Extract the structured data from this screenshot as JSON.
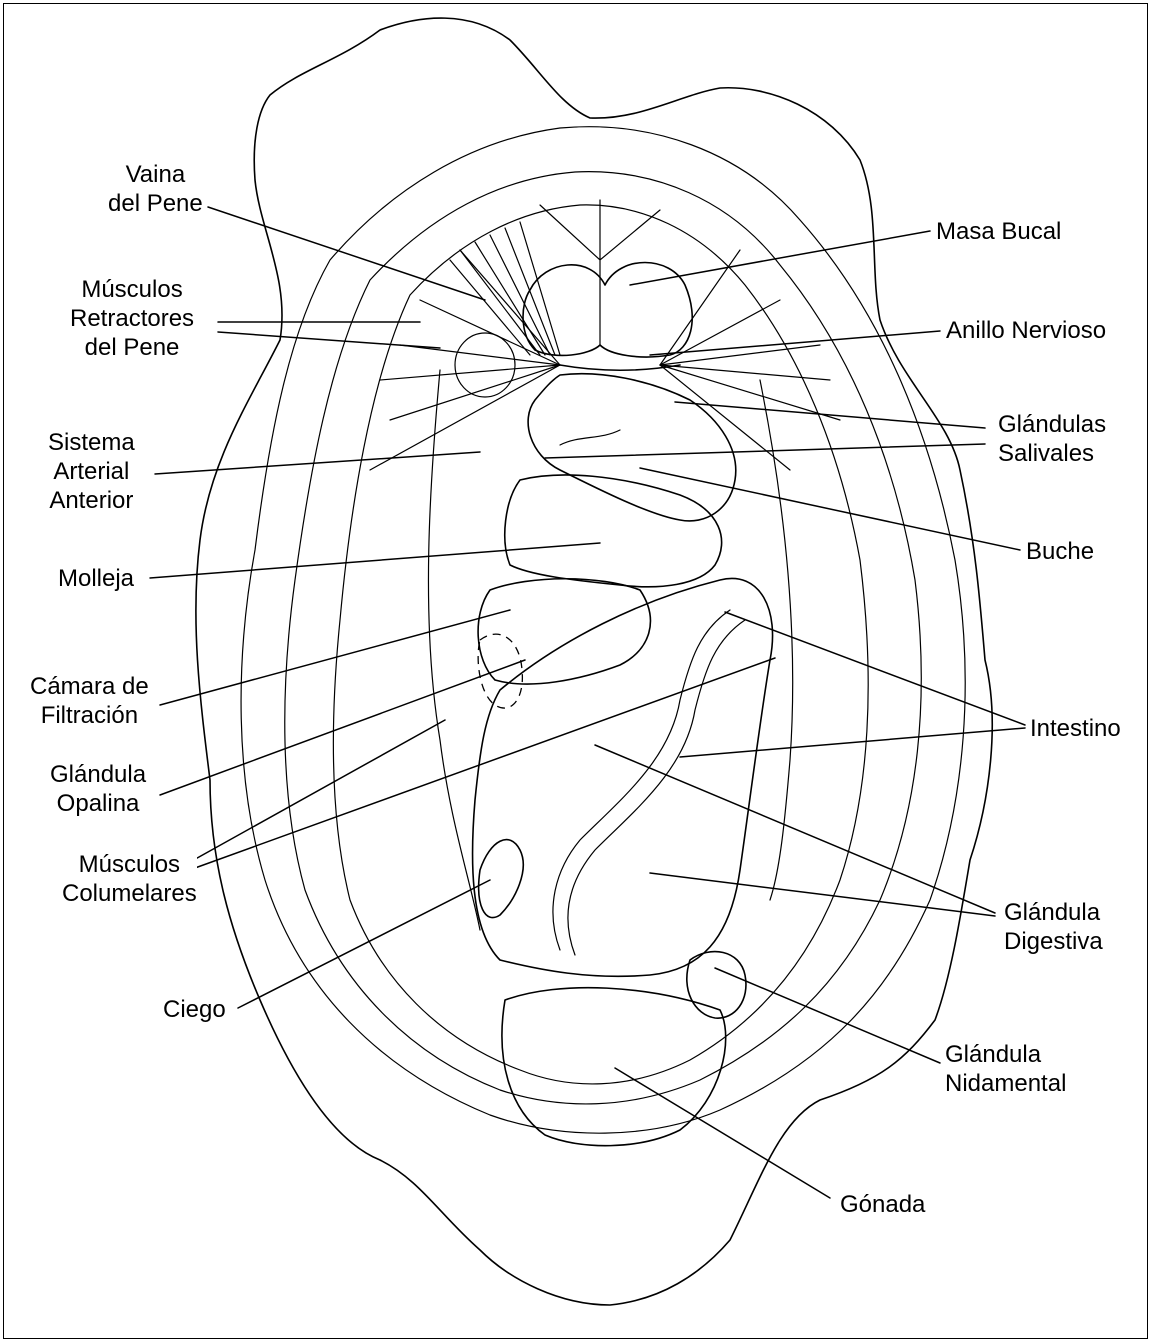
{
  "labels": {
    "vaina": [
      "Vaina",
      "del Pene"
    ],
    "musculos_retractores": [
      "Músculos",
      "Retractores",
      "del Pene"
    ],
    "sistema_arterial": [
      "Sistema",
      "Arterial",
      "Anterior"
    ],
    "molleja": [
      "Molleja"
    ],
    "camara": [
      "Cámara de",
      "Filtración"
    ],
    "glandula_opalina": [
      "Glándula",
      "Opalina"
    ],
    "musculos_columelares": [
      "Músculos",
      "Columelares"
    ],
    "ciego": [
      "Ciego"
    ],
    "masa_bucal": [
      "Masa Bucal"
    ],
    "anillo": [
      "Anillo Nervioso"
    ],
    "glandulas_salivales": [
      "Glándulas",
      "Salivales"
    ],
    "buche": [
      "Buche"
    ],
    "intestino": [
      "Intestino"
    ],
    "glandula_digestiva": [
      "Glándula",
      "Digestiva"
    ],
    "glandula_nidamental": [
      "Glándula",
      "Nidamental"
    ],
    "gonada": [
      "Gónada"
    ]
  },
  "colors": {
    "line": "#000000",
    "background": "#ffffff"
  }
}
